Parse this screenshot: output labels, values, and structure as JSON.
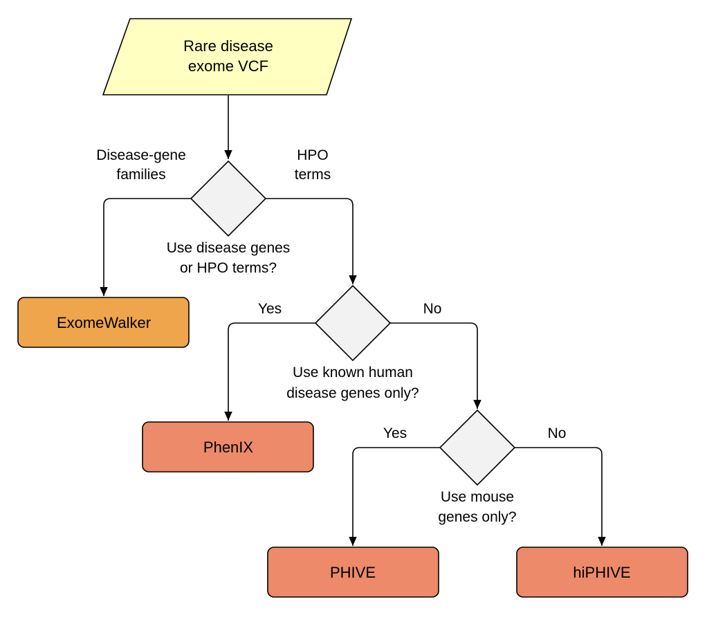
{
  "start": {
    "line1": "Rare disease",
    "line2": "exome VCF",
    "color": "#FFFFC2"
  },
  "decision1": {
    "q1": "Use disease genes",
    "q2": "or HPO terms?",
    "left_l1": "Disease-gene",
    "left_l2": "families",
    "right_l1": "HPO",
    "right_l2": "terms"
  },
  "decision2": {
    "q1": "Use known human",
    "q2": "disease genes only?",
    "yes": "Yes",
    "no": "No"
  },
  "decision3": {
    "q1": "Use mouse",
    "q2": "genes only?",
    "yes": "Yes",
    "no": "No"
  },
  "outcomes": {
    "exomewalker": "ExomeWalker",
    "phenix": "PhenIX",
    "phive": "PHIVE",
    "hiphive": "hiPHIVE"
  },
  "colors": {
    "exomewalker_fill": "#EFA54B",
    "tool_fill": "#EC8A69",
    "decision_fill": "#F2F2F2"
  }
}
